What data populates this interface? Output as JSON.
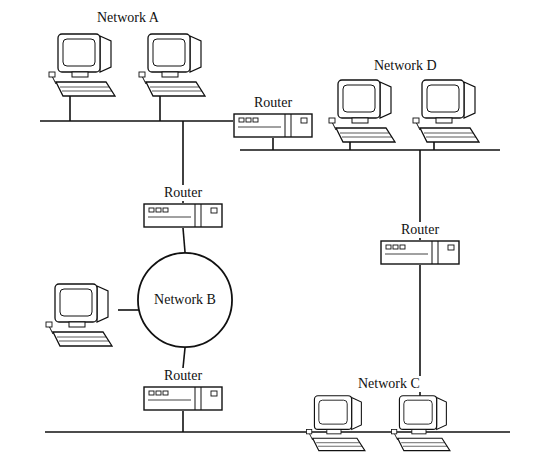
{
  "diagram": {
    "nodes": [
      {
        "text": [
          "Router"
        ]
      },
      {
        "text": [
          "Router"
        ]
      },
      {
        "text": [
          "Router"
        ]
      },
      {
        "text": [
          "Network B"
        ]
      },
      {
        "text": [
          "Router"
        ]
      }
    ],
    "edges": [
      {
        "from": 1,
        "to": 3,
        "arrow": "none"
      },
      {
        "from": 3,
        "to": 4,
        "arrow": "none"
      }
    ],
    "labels": [
      "Network A",
      "Network D",
      "Network C"
    ]
  }
}
